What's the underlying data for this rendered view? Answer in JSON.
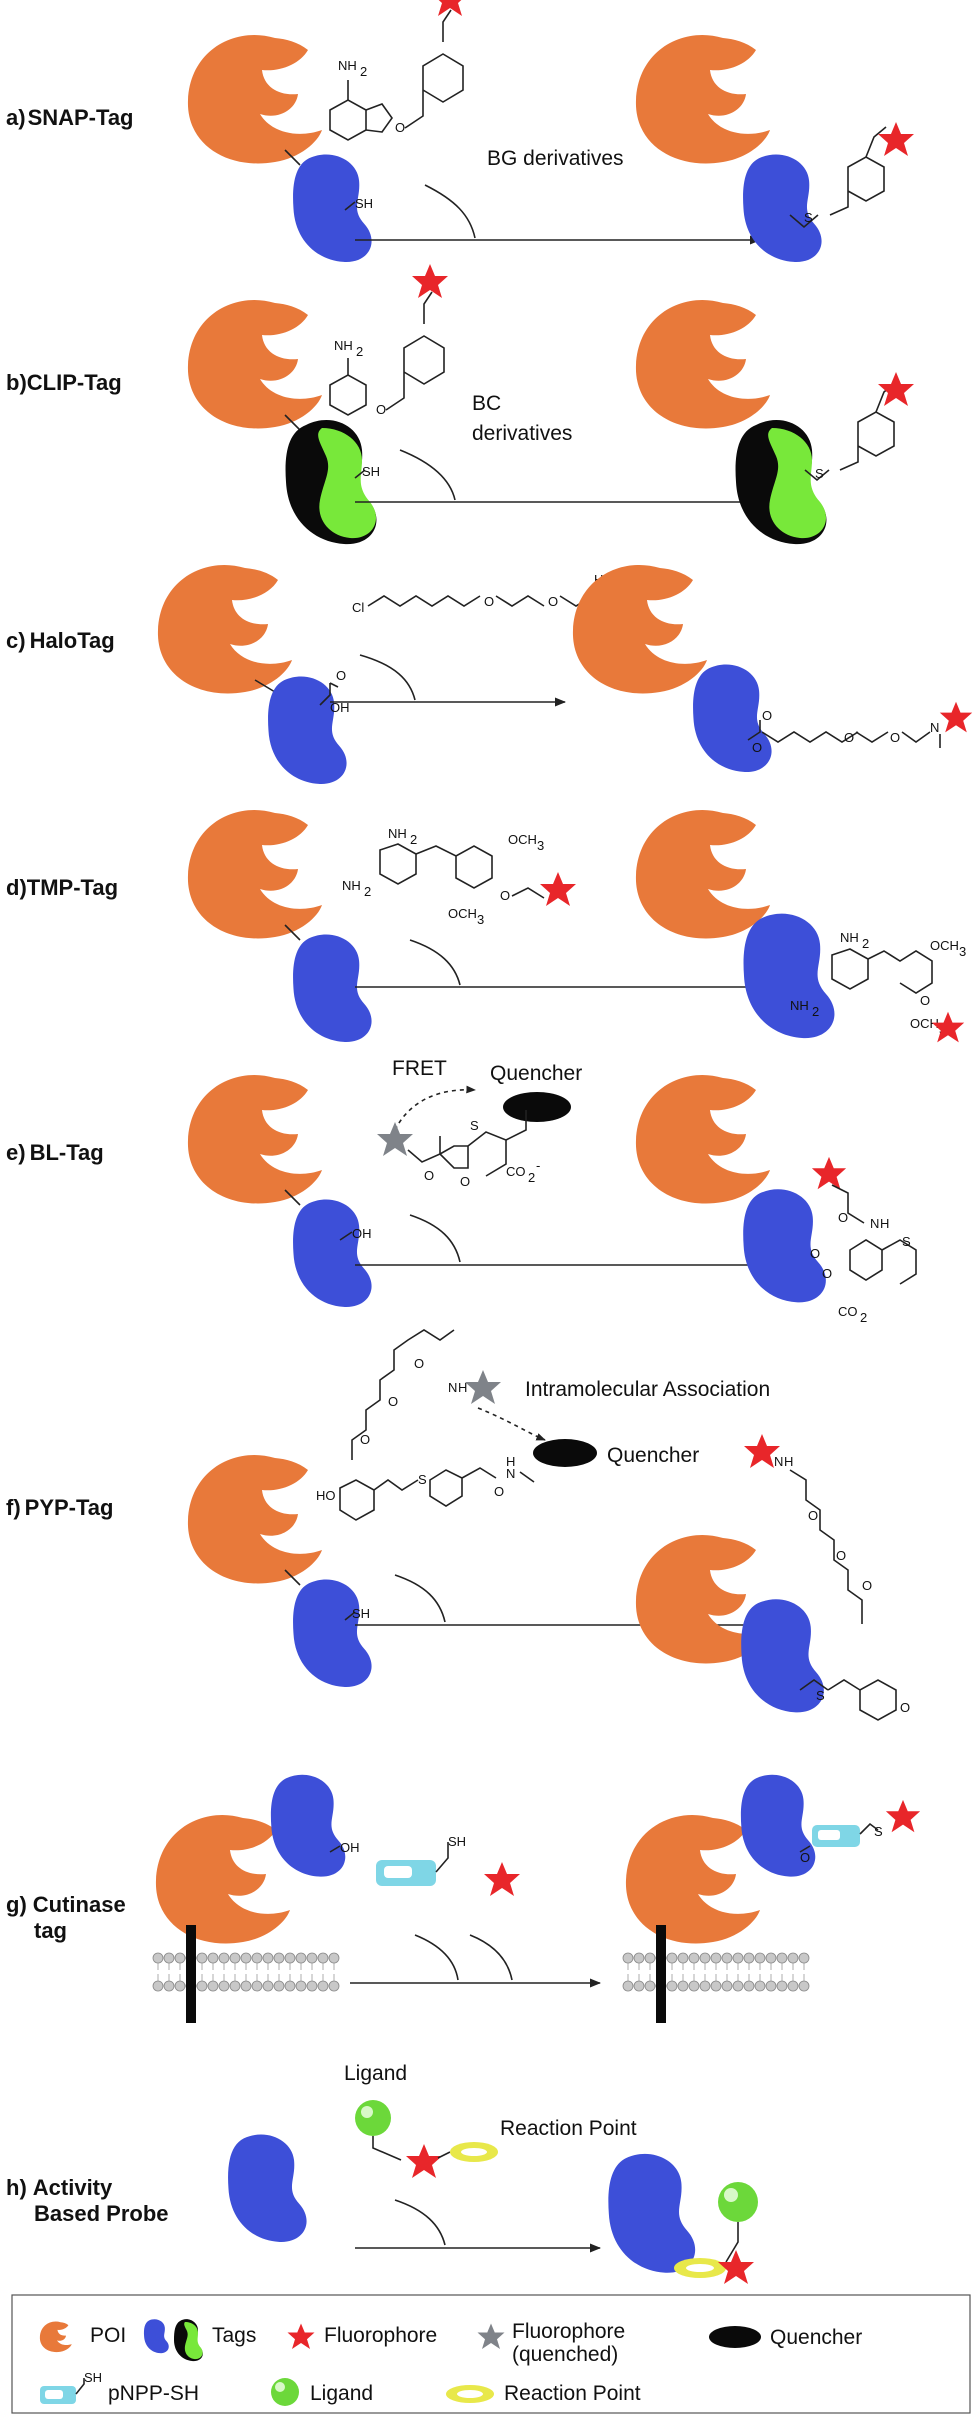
{
  "panels": [
    {
      "id": "a",
      "label": "a)",
      "name": "SNAP-Tag",
      "reagent": "BG derivatives"
    },
    {
      "id": "b",
      "label": "b)",
      "name": "CLIP-Tag",
      "reagent_lines": [
        "BC",
        "derivatives"
      ]
    },
    {
      "id": "c",
      "label": "c)",
      "name": "HaloTag"
    },
    {
      "id": "d",
      "label": "d)",
      "name": "TMP-Tag"
    },
    {
      "id": "e",
      "label": "e)",
      "name": "BL-Tag",
      "annotation": "FRET",
      "quencher_label": "Quencher"
    },
    {
      "id": "f",
      "label": "f)",
      "name": "PYP-Tag",
      "annotation": "Intramolecular Association",
      "quencher_label": "Quencher"
    },
    {
      "id": "g",
      "label": "g)",
      "name_lines": [
        "Cutinase",
        "tag"
      ]
    },
    {
      "id": "h",
      "label": "h)",
      "name_lines": [
        "Activity",
        "Based Probe"
      ],
      "ligand_label": "Ligand",
      "reaction_label": "Reaction Point"
    }
  ],
  "chem": {
    "sh": "SH",
    "s": "S",
    "o": "O",
    "oh": "OH",
    "nh": "N",
    "nh_h": "H",
    "nh2": "NH",
    "sub2": "2",
    "cl": "Cl",
    "och3": "OCH",
    "sub3": "3",
    "co2": "CO",
    "co2_sub": "2",
    "co2_sup": "-",
    "ho": "HO",
    "ominus": "O"
  },
  "legend": {
    "items": [
      {
        "label": "POI"
      },
      {
        "label": "Tags"
      },
      {
        "label": "Fluorophore"
      },
      {
        "label_lines": [
          "Fluorophore",
          "(quenched)"
        ]
      },
      {
        "label": "Quencher"
      },
      {
        "label": "pNPP-SH"
      },
      {
        "label": "Ligand"
      },
      {
        "label": "Reaction Point"
      }
    ]
  },
  "colors": {
    "poi": "#e8793a",
    "tag": "#3d4fd8",
    "clip_green": "#78e83a",
    "black": "#0a0a0a",
    "fluor": "#e8262a",
    "fluor_q": "#7f8389",
    "ligand": "#6cd83a",
    "reaction": "#e8e84a",
    "pnpp": "#7fd6e6"
  }
}
